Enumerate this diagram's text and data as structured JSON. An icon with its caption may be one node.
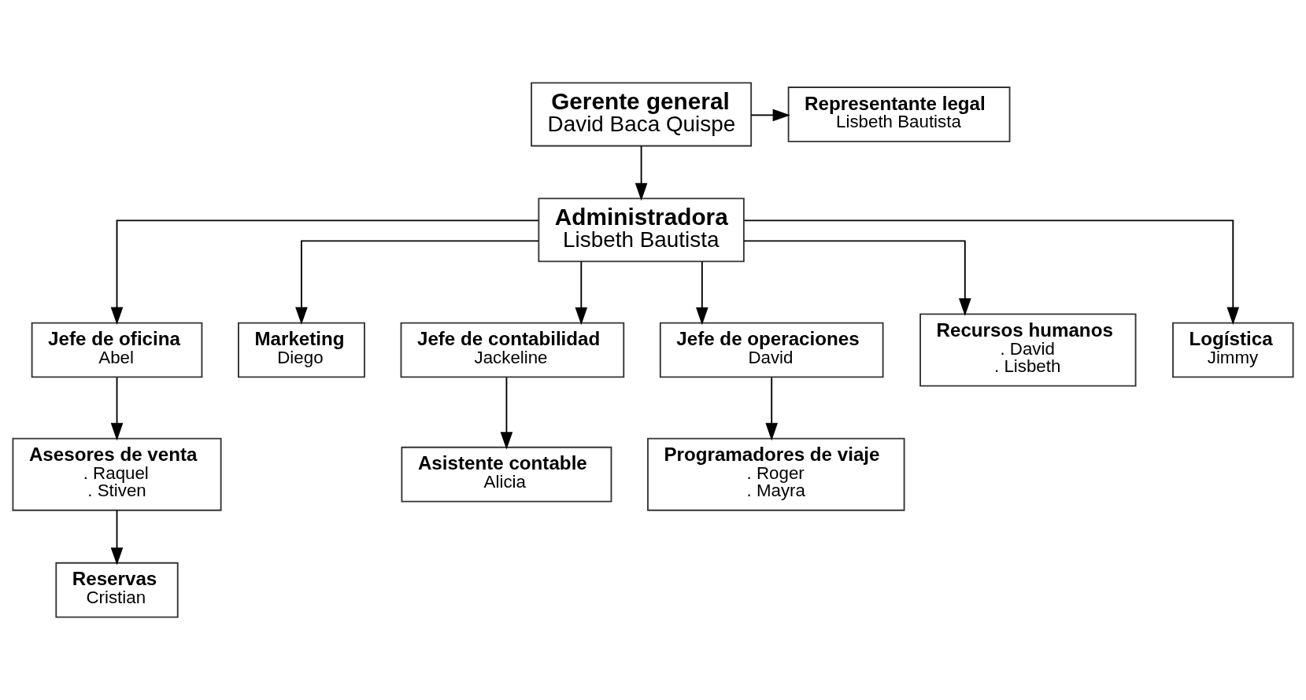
{
  "diagram": {
    "nodes": [
      {
        "text": [
          "Gerente general",
          "David Baca Quispe"
        ]
      },
      {
        "text": [
          "Representante legal",
          "Lisbeth Bautista"
        ]
      },
      {
        "text": [
          "Administradora",
          "Lisbeth Bautista"
        ]
      },
      {
        "text": [
          "Jefe de oficina",
          "Abel"
        ]
      },
      {
        "text": [
          "Marketing",
          "Diego"
        ]
      },
      {
        "text": [
          "Jefe de contabilidad",
          "Jackeline"
        ]
      },
      {
        "text": [
          "Jefe de operaciones",
          "David"
        ]
      },
      {
        "text": [
          "Recursos humanos",
          ". David",
          ". Lisbeth"
        ]
      },
      {
        "text": [
          "Logística",
          "Jimmy"
        ]
      },
      {
        "text": [
          "Asesores de venta",
          ". Raquel",
          ". Stiven"
        ]
      },
      {
        "text": [
          "Asistente contable",
          "Alicia"
        ]
      },
      {
        "text": [
          "Programadores de viaje",
          ". Roger",
          ". Mayra"
        ]
      },
      {
        "text": [
          "Reservas",
          "Cristian"
        ]
      }
    ],
    "edges": [
      {
        "from": 0,
        "to": 1,
        "arrow": "to"
      },
      {
        "from": 0,
        "to": 2,
        "arrow": "to"
      },
      {
        "from": 2,
        "to": 3,
        "arrow": "to"
      },
      {
        "from": 2,
        "to": 4,
        "arrow": "to"
      },
      {
        "from": 2,
        "to": 5,
        "arrow": "to"
      },
      {
        "from": 2,
        "to": 6,
        "arrow": "to"
      },
      {
        "from": 2,
        "to": 7,
        "arrow": "to"
      },
      {
        "from": 2,
        "to": 8,
        "arrow": "to"
      },
      {
        "from": 3,
        "to": 9,
        "arrow": "to"
      },
      {
        "from": 5,
        "to": 10,
        "arrow": "to"
      },
      {
        "from": 6,
        "to": 11,
        "arrow": "to"
      },
      {
        "from": 9,
        "to": 12,
        "arrow": "to"
      }
    ]
  }
}
